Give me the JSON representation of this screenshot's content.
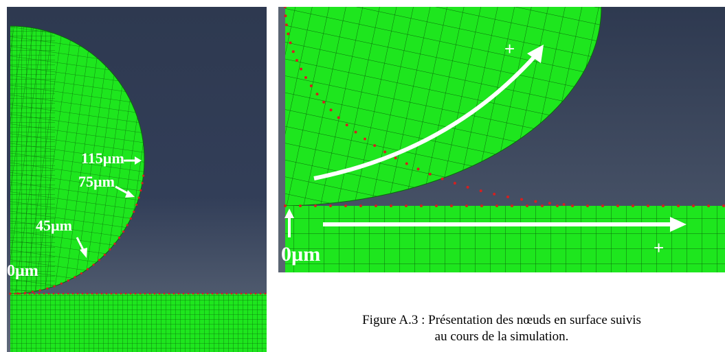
{
  "left_panel": {
    "labels": [
      "115µm",
      "75µm",
      "45µm",
      "0µm"
    ]
  },
  "right_panel": {
    "origin_label": "0µm",
    "plus_marks": [
      "+",
      "+"
    ]
  },
  "caption": {
    "line1": "Figure A.3 : Présentation des nœuds en surface suivis",
    "line2": "au cours de la simulation."
  },
  "colors": {
    "mesh_green": "#1ee61e",
    "mesh_lines": "#0a6a0a",
    "node_red": "#d42020",
    "background_top": "#2f3a52",
    "background_bottom": "#5d6878"
  }
}
